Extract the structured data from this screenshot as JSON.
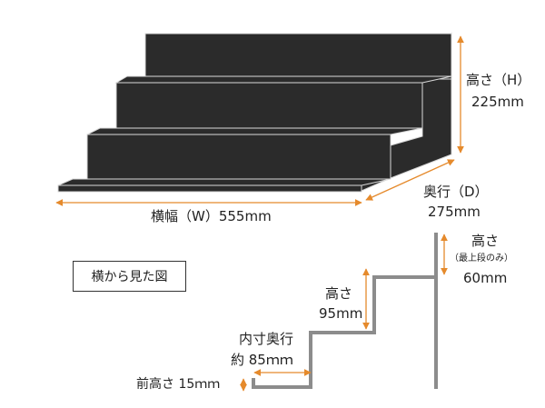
{
  "colors": {
    "step_fill": "#2b2b2b",
    "step_edge": "#d9d9d9",
    "arrow": "#e58a2c",
    "profile_line": "#8c8c8c",
    "text": "#222222"
  },
  "dimensions_3d": {
    "height_label": "高さ（H）",
    "height_value": "225mm",
    "depth_label": "奥行（D）",
    "depth_value": "275mm",
    "width_label": "横幅（W）555mm"
  },
  "side_view": {
    "title": "横から見た図",
    "top_height_label": "高さ",
    "top_height_note": "（最上段のみ）",
    "top_height_value": "60mm",
    "step_height_label": "高さ",
    "step_height_value": "95mm",
    "inner_depth_label": "内寸奥行",
    "inner_depth_value": "約 85ｍｍ",
    "front_height_label": "前高さ 15ｍｍ"
  }
}
